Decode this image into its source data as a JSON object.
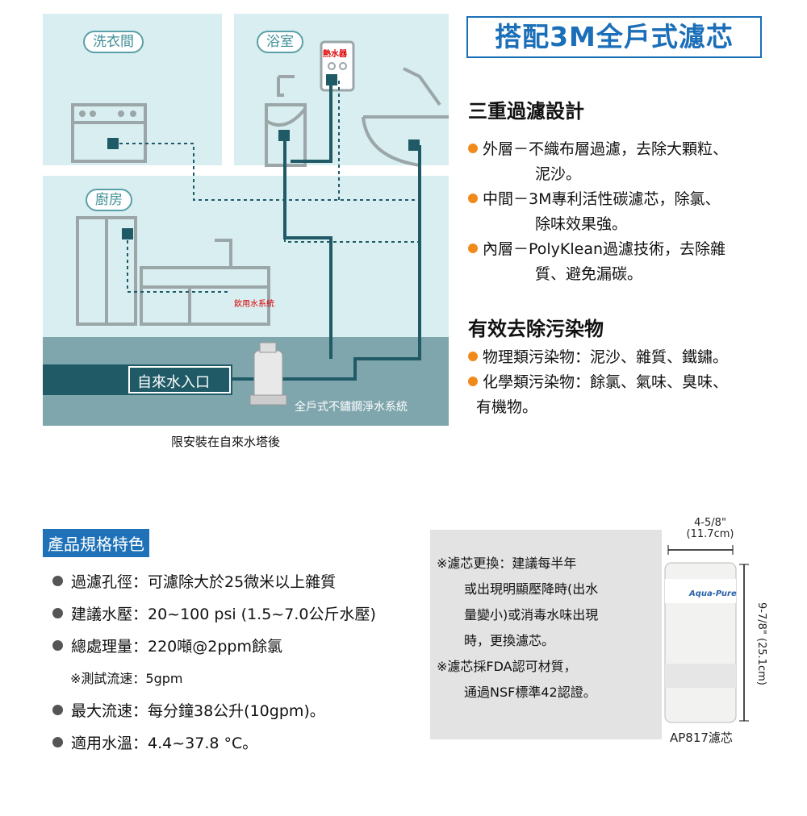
{
  "diagram": {
    "room_laundry": "洗衣間",
    "room_bath": "浴室",
    "room_kitchen": "廚房",
    "heater_label": "熱水器",
    "drinking_label": "飲用水系統",
    "inlet_label": "自來水入口",
    "system_label": "全戶式不鏽鋼淨水系統",
    "note_below": "限安裝在自來水塔後"
  },
  "colors": {
    "accent_blue": "#1a6fb8",
    "teal_pipe": "#1f5a66",
    "bullet_orange": "#f08a1a",
    "room_bg": "#d9eef0"
  },
  "header": {
    "title": "搭配3M全戶式濾芯"
  },
  "triple": {
    "heading": "三重過濾設計",
    "items": [
      {
        "line1": "外層－不織布層過濾，去除大顆粒、",
        "line2": "泥沙。"
      },
      {
        "line1": "中間－3M專利活性碳濾芯，除氯、",
        "line2": "除味效果強。"
      },
      {
        "line1": "內層－PolyKlean過濾技術，去除雜",
        "line2": "質、避免漏碳。"
      }
    ]
  },
  "removal": {
    "heading": "有效去除污染物",
    "items": [
      {
        "line1": "物理類污染物：泥沙、雜質、鐵鏽。",
        "line2": ""
      },
      {
        "line1": "化學類污染物：餘氯、氣味、臭味、",
        "line2": "有機物。"
      }
    ]
  },
  "specs": {
    "badge": "產品規格特色",
    "items": [
      {
        "text": "過濾孔徑：可濾除大於25微米以上雜質"
      },
      {
        "text": "建議水壓：20~100 psi (1.5~7.0公斤水壓)"
      },
      {
        "text": "總處理量：220噸@2ppm餘氯"
      },
      {
        "text": "最大流速：每分鐘38公升(10gpm)。"
      },
      {
        "text": "適用水溫：4.4~37.8 °C。"
      }
    ],
    "test_note": "※測試流速：5gpm"
  },
  "notes": {
    "lines": [
      "※濾芯更換：建議每半年",
      "或出現明顯壓降時(出水",
      "量變小)或消毒水味出現",
      "時，更換濾芯。",
      "※濾芯採FDA認可材質，",
      "通過NSF標準42認證。"
    ]
  },
  "cartridge": {
    "width_in": "4-5/8\"",
    "width_cm": "(11.7cm)",
    "height_label": "9-7/8\" (25.1cm)",
    "brand": "Aqua-Pure",
    "name": "AP817濾芯"
  }
}
